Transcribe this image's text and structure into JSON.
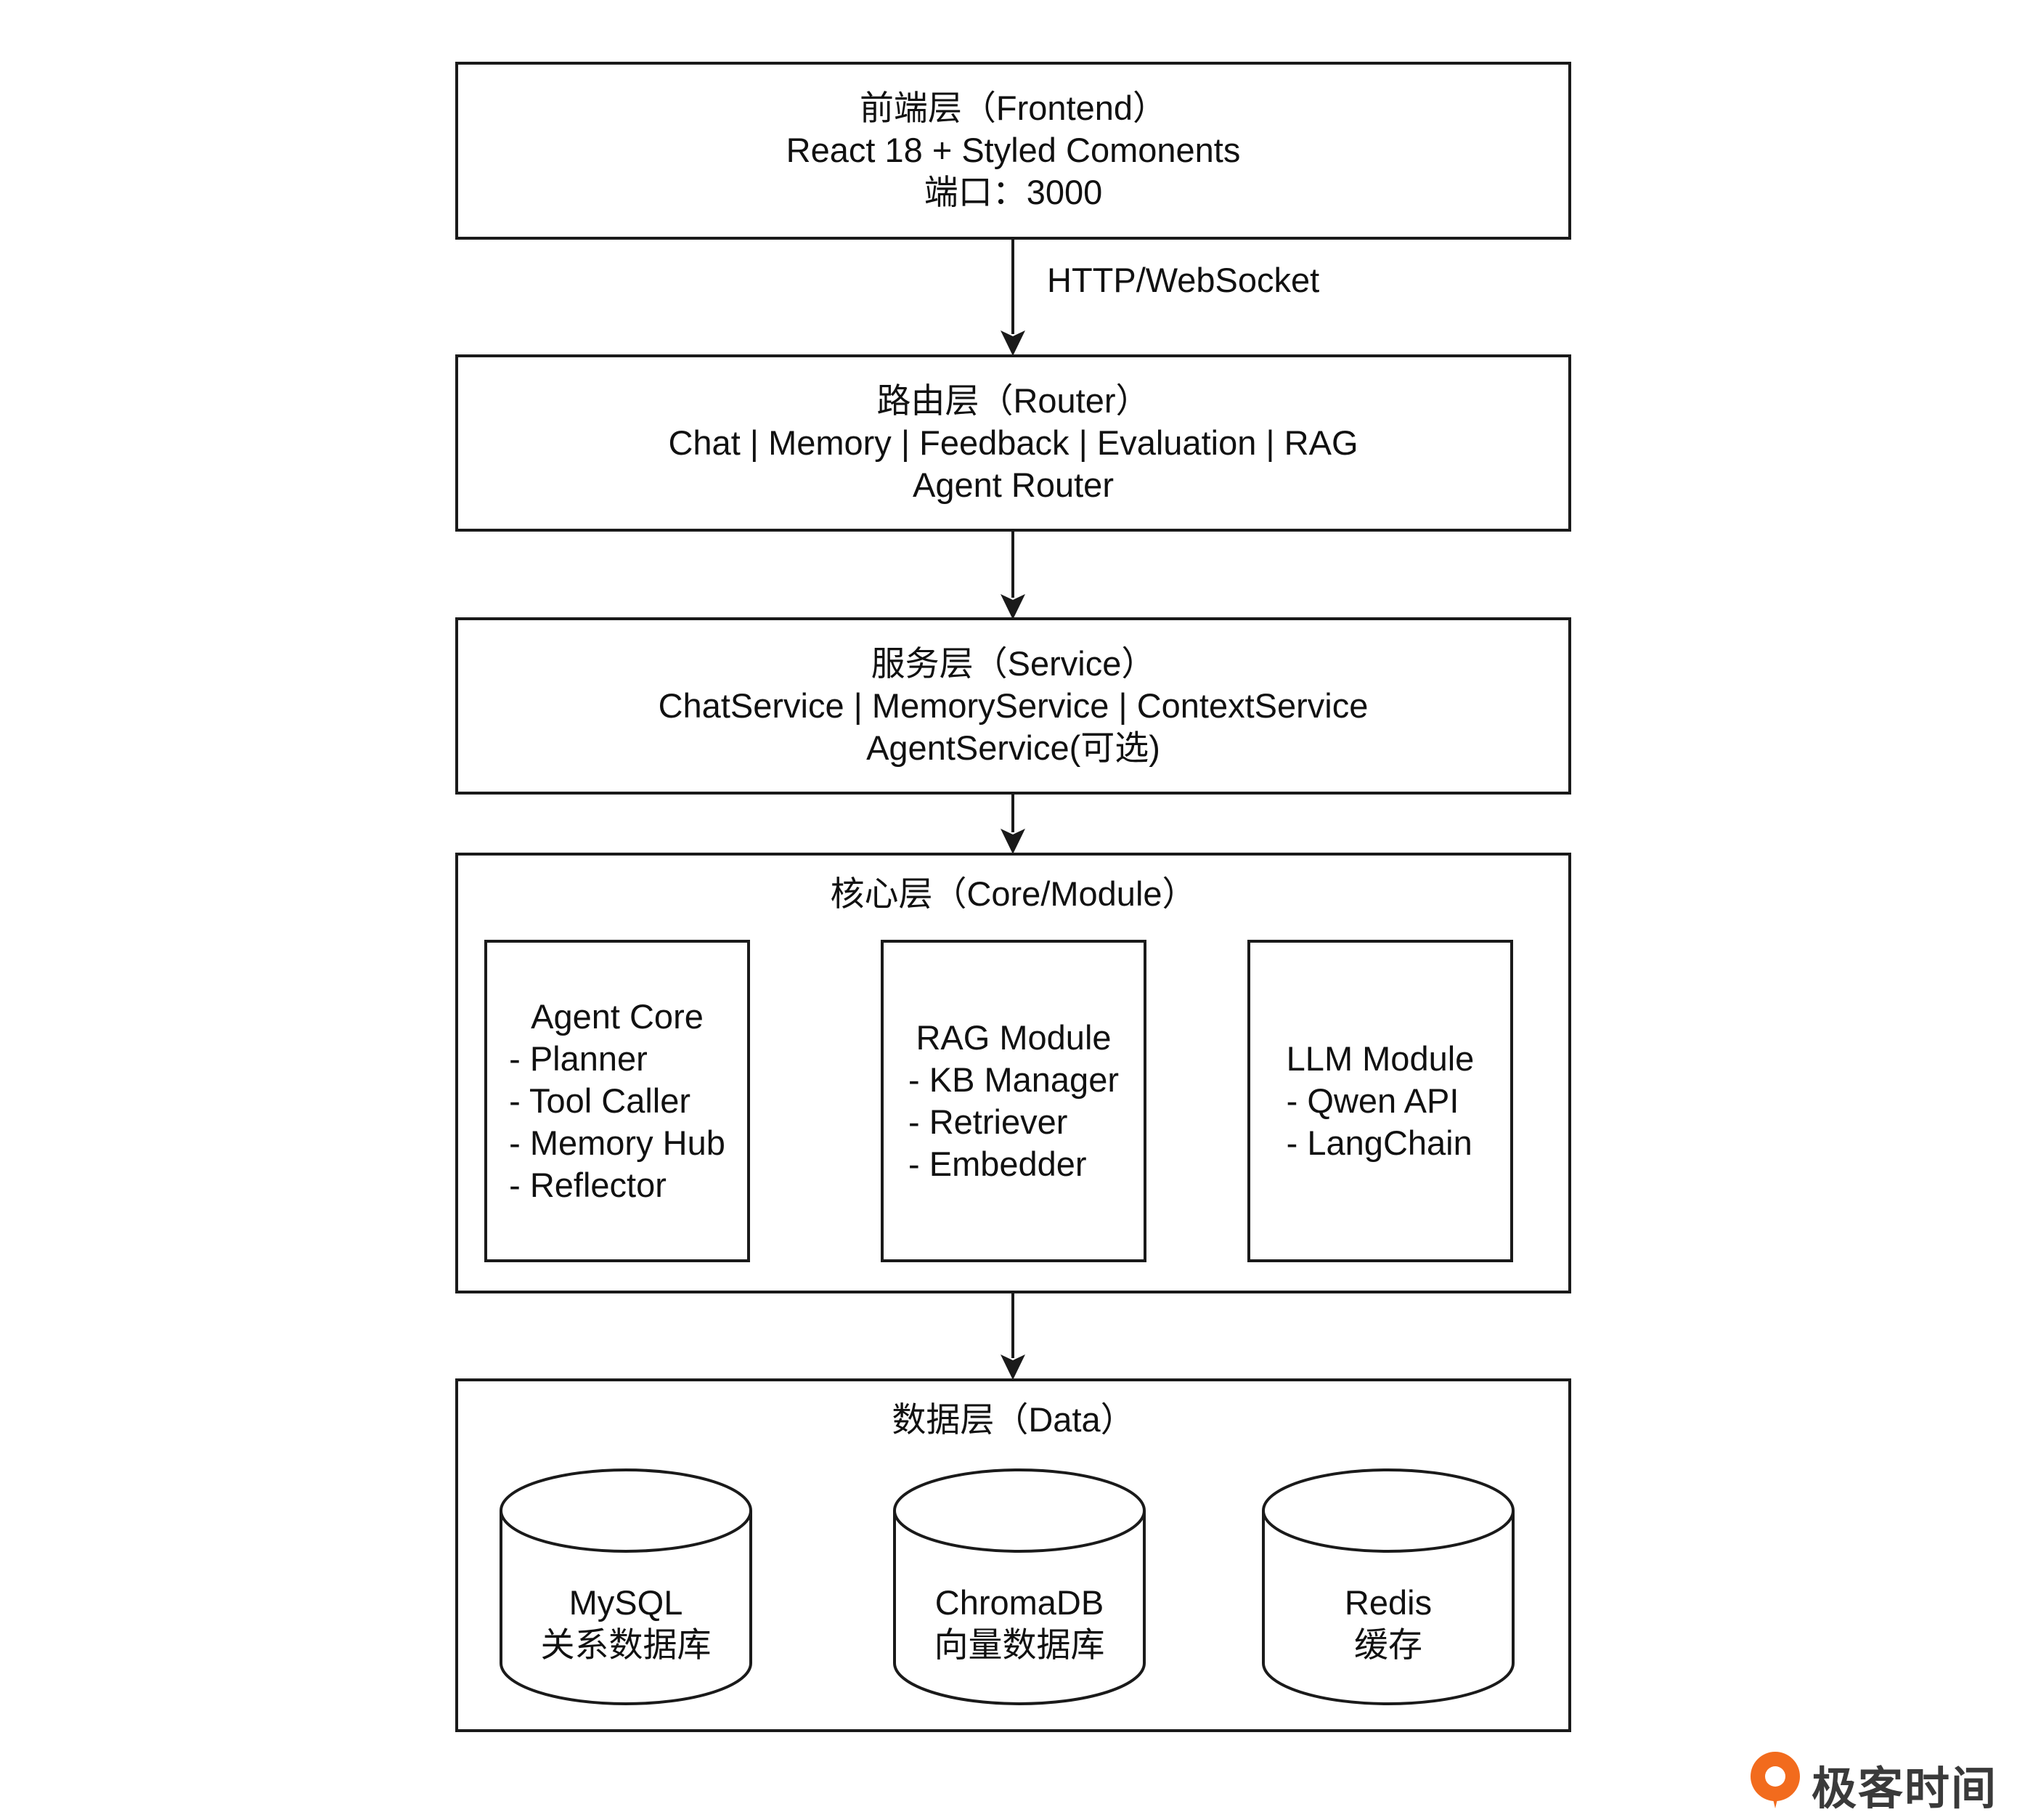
{
  "layers": {
    "frontend": {
      "lines": [
        "前端层（Frontend）",
        "React 18 + Styled Comonents",
        "端口：3000"
      ]
    },
    "router": {
      "lines": [
        "路由层（Router）",
        "Chat | Memory | Feedback | Evaluation | RAG",
        "Agent Router"
      ]
    },
    "service": {
      "lines": [
        "服务层（Service）",
        "ChatService | MemoryService | ContextService",
        "AgentService(可选)"
      ]
    },
    "core": {
      "title": "核心层（Core/Module）"
    },
    "data": {
      "title": "数据层（Data）"
    }
  },
  "edges": {
    "frontend_to_router_label": "HTTP/WebSocket"
  },
  "modules": [
    {
      "title": "Agent Core",
      "items": [
        "- Planner",
        "- Tool Caller",
        "- Memory Hub",
        "- Reflector"
      ]
    },
    {
      "title": "RAG Module",
      "items": [
        "- KB Manager",
        "- Retriever",
        "- Embedder"
      ]
    },
    {
      "title": "LLM Module",
      "items": [
        "- Qwen API",
        "- LangChain"
      ]
    }
  ],
  "databases": [
    {
      "name": "MySQL",
      "desc": "关系数据库"
    },
    {
      "name": "ChromaDB",
      "desc": "向量数据库"
    },
    {
      "name": "Redis",
      "desc": "缓存"
    }
  ],
  "logo": {
    "text": "极客时间",
    "icon": "geektime-logo-icon",
    "color": "#f26b1d"
  }
}
